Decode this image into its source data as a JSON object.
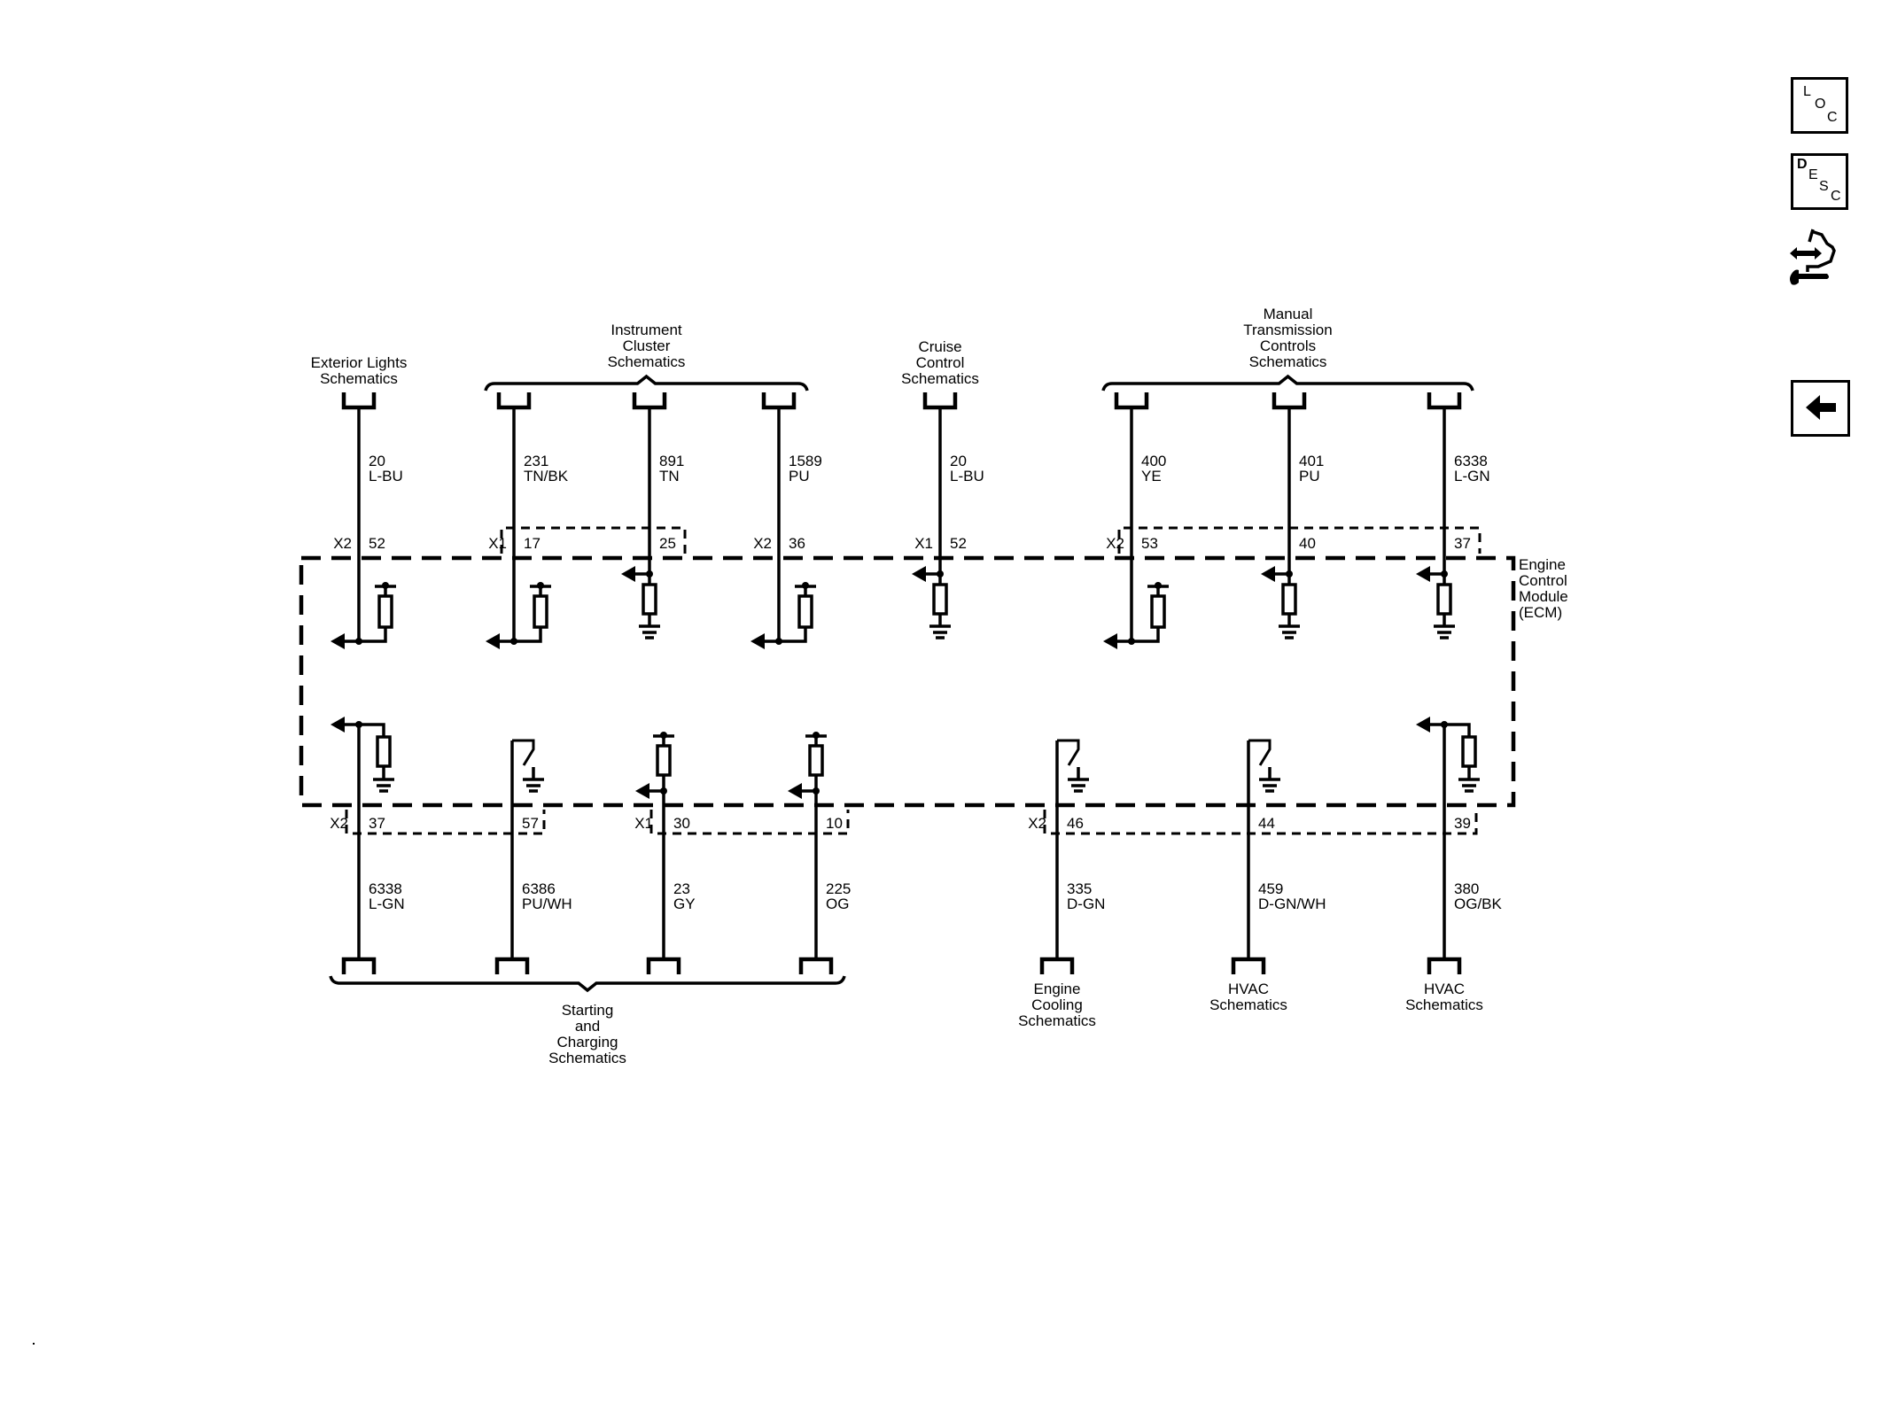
{
  "nav": {
    "loc": {
      "label": "LOC",
      "letters": [
        "L",
        "O",
        "C"
      ],
      "icon": "location-icon"
    },
    "desc": {
      "label": "DESC",
      "letters": [
        "D",
        "E",
        "S",
        "C"
      ],
      "icon": "description-icon"
    },
    "connector": {
      "label": "Connector end view",
      "icon": "connector-wrench-icon"
    },
    "back": {
      "label": "Back",
      "icon": "back-arrow-icon"
    }
  },
  "module": {
    "name": "Engine Control Module (ECM)",
    "label_lines": [
      "Engine",
      "Control",
      "Module",
      "(ECM)"
    ]
  },
  "top_groups": [
    {
      "label_lines": [
        "Exterior Lights",
        "Schematics"
      ],
      "wires": [
        0
      ]
    },
    {
      "label_lines": [
        "Instrument",
        "Cluster",
        "Schematics"
      ],
      "wires": [
        1,
        2,
        3
      ]
    },
    {
      "label_lines": [
        "Cruise",
        "Control",
        "Schematics"
      ],
      "wires": [
        4
      ]
    },
    {
      "label_lines": [
        "Manual",
        "Transmission",
        "Controls",
        "Schematics"
      ],
      "wires": [
        5,
        6,
        7
      ]
    }
  ],
  "top_wires": [
    {
      "circuit": "20",
      "color": "L-BU",
      "connector": "X2",
      "pin": "52",
      "internal": "pullup-output"
    },
    {
      "circuit": "231",
      "color": "TN/BK",
      "connector": "X1",
      "pin": "17",
      "internal": "pullup-output"
    },
    {
      "circuit": "891",
      "color": "TN",
      "connector": "",
      "pin": "25",
      "internal": "pulldown-input"
    },
    {
      "circuit": "1589",
      "color": "PU",
      "connector": "X2",
      "pin": "36",
      "internal": "pullup-output"
    },
    {
      "circuit": "20",
      "color": "L-BU",
      "connector": "X1",
      "pin": "52",
      "internal": "pulldown-input"
    },
    {
      "circuit": "400",
      "color": "YE",
      "connector": "X2",
      "pin": "53",
      "internal": "pullup-output"
    },
    {
      "circuit": "401",
      "color": "PU",
      "connector": "",
      "pin": "40",
      "internal": "pulldown-input"
    },
    {
      "circuit": "6338",
      "color": "L-GN",
      "connector": "",
      "pin": "37",
      "internal": "pulldown-input"
    }
  ],
  "bottom_wires": [
    {
      "circuit": "6338",
      "color": "L-GN",
      "connector": "X2",
      "pin": "37",
      "internal": "pulldown-output"
    },
    {
      "circuit": "6386",
      "color": "PU/WH",
      "connector": "",
      "pin": "57",
      "internal": "switch-ground"
    },
    {
      "circuit": "23",
      "color": "GY",
      "connector": "X1",
      "pin": "30",
      "internal": "pullup-input"
    },
    {
      "circuit": "225",
      "color": "OG",
      "connector": "",
      "pin": "10",
      "internal": "pullup-input"
    },
    {
      "circuit": "335",
      "color": "D-GN",
      "connector": "X2",
      "pin": "46",
      "internal": "switch-ground"
    },
    {
      "circuit": "459",
      "color": "D-GN/WH",
      "connector": "",
      "pin": "44",
      "internal": "switch-ground"
    },
    {
      "circuit": "380",
      "color": "OG/BK",
      "connector": "",
      "pin": "39",
      "internal": "pulldown-output"
    }
  ],
  "bottom_groups": [
    {
      "label_lines": [
        "Starting",
        "and",
        "Charging",
        "Schematics"
      ],
      "wires": [
        0,
        1,
        2,
        3
      ]
    },
    {
      "label_lines": [
        "Engine",
        "Cooling",
        "Schematics"
      ],
      "wires": [
        4
      ]
    },
    {
      "label_lines": [
        "HVAC",
        "Schematics"
      ],
      "wires": [
        5
      ]
    },
    {
      "label_lines": [
        "HVAC",
        "Schematics"
      ],
      "wires": [
        6
      ]
    }
  ],
  "colors": {
    "line": "#000000",
    "background": "#ffffff"
  }
}
